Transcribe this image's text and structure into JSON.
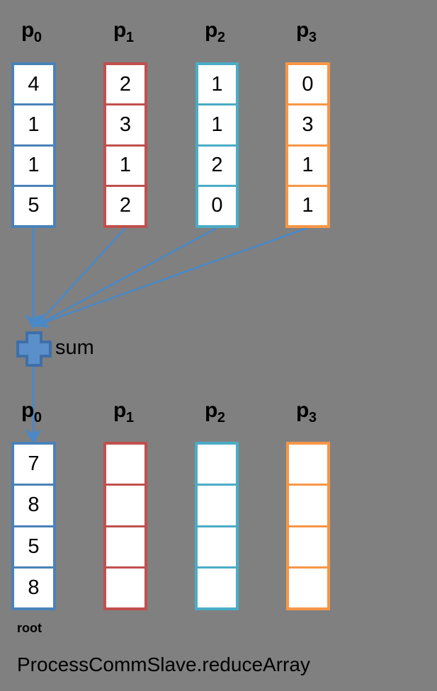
{
  "diagram": {
    "caption": "ProcessCommSlave.reduceArray",
    "root_label": "root",
    "sum_label": "sum",
    "background_color": "#808080",
    "arrow_color": "#4A89C8",
    "plus_fill": "#5B8FC9",
    "plus_stroke": "#3F6FA8"
  },
  "top_row": {
    "arrays": [
      {
        "label_prefix": "p",
        "label_sub": "0",
        "color": "#4A82B8",
        "values": [
          "4",
          "1",
          "1",
          "5"
        ]
      },
      {
        "label_prefix": "p",
        "label_sub": "1",
        "color": "#C0504D",
        "values": [
          "2",
          "3",
          "1",
          "2"
        ]
      },
      {
        "label_prefix": "p",
        "label_sub": "2",
        "color": "#4BACC6",
        "values": [
          "1",
          "1",
          "2",
          "0"
        ]
      },
      {
        "label_prefix": "p",
        "label_sub": "3",
        "color": "#F79646",
        "values": [
          "0",
          "3",
          "1",
          "1"
        ]
      }
    ]
  },
  "bottom_row": {
    "arrays": [
      {
        "label_prefix": "p",
        "label_sub": "0",
        "color": "#4A82B8",
        "values": [
          "7",
          "8",
          "5",
          "8"
        ]
      },
      {
        "label_prefix": "p",
        "label_sub": "1",
        "color": "#C0504D",
        "values": [
          "",
          "",
          "",
          ""
        ]
      },
      {
        "label_prefix": "p",
        "label_sub": "2",
        "color": "#4BACC6",
        "values": [
          "",
          "",
          "",
          ""
        ]
      },
      {
        "label_prefix": "p",
        "label_sub": "3",
        "color": "#F79646",
        "values": [
          "",
          "",
          "",
          ""
        ]
      }
    ]
  }
}
